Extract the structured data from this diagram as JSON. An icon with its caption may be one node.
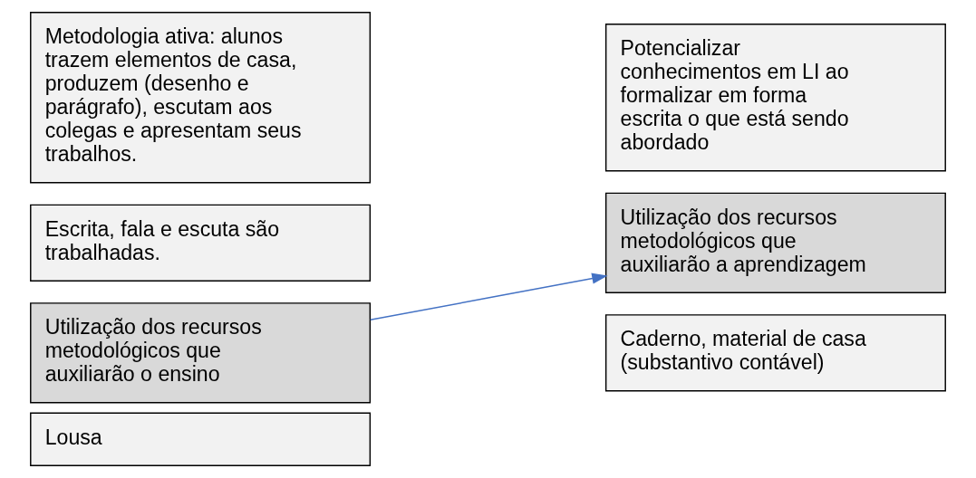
{
  "diagram": {
    "nodes": [
      {
        "text": [
          "Metodologia ativa: alunos trazem elementos de casa, produzem (desenho e parágrafo), escutam aos colegas e apresentam seus trabalhos."
        ]
      },
      {
        "text": [
          "Escrita, fala e escuta são trabalhadas."
        ]
      },
      {
        "text": [
          "Utilização dos recursos metodológicos que auxiliarão o ensino"
        ]
      },
      {
        "text": [
          "Lousa"
        ]
      },
      {
        "text": [
          "Potencializar conhecimentos em LI ao formalizar em forma escrita o que está sendo abordado"
        ]
      },
      {
        "text": [
          "Utilização dos recursos metodológicos que auxiliarão a aprendizagem"
        ]
      },
      {
        "text": [
          "Caderno, material de casa (substantivo contável)"
        ]
      }
    ],
    "edges": [
      {
        "from": 2,
        "to": 5,
        "arrow": "to",
        "color": "#4472c4"
      }
    ]
  }
}
